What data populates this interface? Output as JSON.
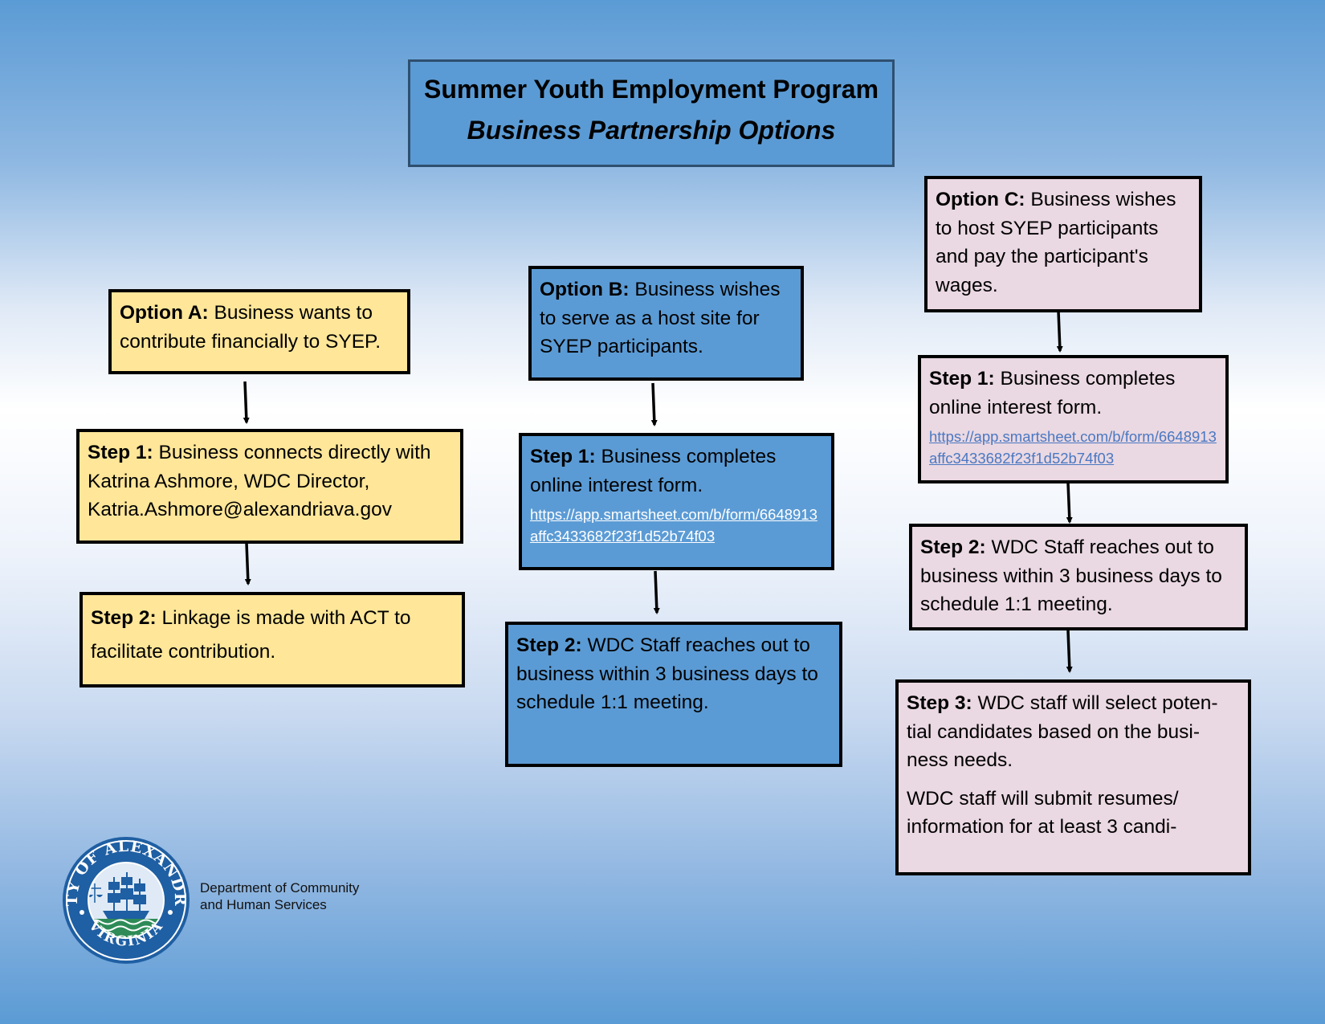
{
  "title": {
    "line1": "Summer Youth Employment Program",
    "line2": "Business Partnership Options"
  },
  "option_a": {
    "header": {
      "label": "Option A:",
      "text": " Business wants to contribute financially to SYEP."
    },
    "step1": {
      "label": "Step 1:",
      "text": " Business connects directly with Katrina Ashmore, WDC Director, Katria.Ashmore@alexandriava.gov"
    },
    "step2": {
      "label": "Step 2:",
      "text": " Linkage is made with ACT to facilitate contribution."
    }
  },
  "option_b": {
    "header": {
      "label": "Option B:",
      "text": "  Business wishes to serve as a host site for SYEP participants."
    },
    "step1": {
      "label": "Step 1:",
      "text": " Business completes online interest form.",
      "link": "https://app.smartsheet.com/b/form/6648913affc3433682f23f1d52b74f03"
    },
    "step2": {
      "label": "Step 2:",
      "text": " WDC Staff reaches out to business within 3 business days to schedule 1:1 meeting."
    }
  },
  "option_c": {
    "header": {
      "label": "Option C:",
      "text": " Business wishes to host SYEP participants and pay the participant's wages."
    },
    "step1": {
      "label": "Step 1:",
      "text": " Business completes online interest form.",
      "link": "https://app.smartsheet.com/b/form/6648913affc3433682f23f1d52b74f03"
    },
    "step2": {
      "label": "Step 2:",
      "text": " WDC Staff reaches out to business within 3 business days to schedule 1:1 meeting."
    },
    "step3": {
      "label": "Step 3:",
      "text": " WDC staff will select poten-tial candidates based on the busi-ness needs.",
      "text2": "WDC staff will submit resumes/ information for at least 3 candi-"
    }
  },
  "footer": {
    "seal_text_top": "CITY OF ALEXANDRIA",
    "seal_text_bottom": "VIRGINIA",
    "dept_line1": "Department of Community",
    "dept_line2": "and Human Services"
  },
  "colors": {
    "yellow": "#ffe699",
    "blue": "#5b9bd5",
    "pink": "#ead8e2",
    "seal_blue": "#1f5fa3",
    "seal_green": "#2e8b57"
  }
}
